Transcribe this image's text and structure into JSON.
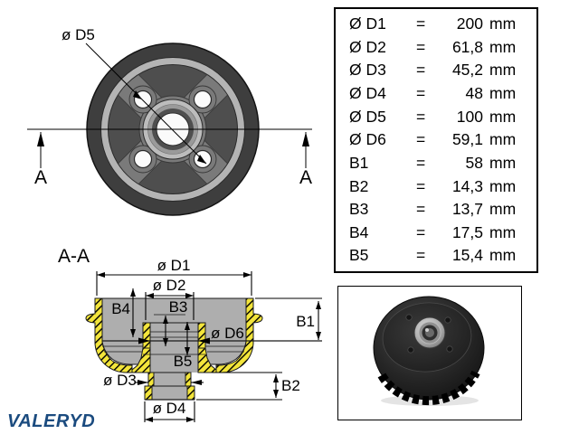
{
  "front_view": {
    "dim_label": "ø D5",
    "section_marker_left": "A",
    "section_marker_right": "A"
  },
  "section_view": {
    "title": "A-A",
    "dim_labels": {
      "d1": "ø D1",
      "d2": "ø D2",
      "d3": "ø D3",
      "d4": "ø D4",
      "d6": "ø D6",
      "b1": "B1",
      "b2": "B2",
      "b3": "B3",
      "b4": "B4",
      "b5": "B5"
    }
  },
  "dimension_table": {
    "rows": [
      {
        "label": "Ø D1",
        "eq": "=",
        "value": "200",
        "unit": "mm"
      },
      {
        "label": "Ø D2",
        "eq": "=",
        "value": "61,8",
        "unit": "mm"
      },
      {
        "label": "Ø D3",
        "eq": "=",
        "value": "45,2",
        "unit": "mm"
      },
      {
        "label": "Ø D4",
        "eq": "=",
        "value": "48",
        "unit": "mm"
      },
      {
        "label": "Ø D5",
        "eq": "=",
        "value": "100",
        "unit": "mm"
      },
      {
        "label": "Ø D6",
        "eq": "=",
        "value": "59,1",
        "unit": "mm"
      },
      {
        "label": "B1",
        "eq": "=",
        "value": "58",
        "unit": "mm"
      },
      {
        "label": "B2",
        "eq": "=",
        "value": "14,3",
        "unit": "mm"
      },
      {
        "label": "B3",
        "eq": "=",
        "value": "13,7",
        "unit": "mm"
      },
      {
        "label": "B4",
        "eq": "=",
        "value": "17,5",
        "unit": "mm"
      },
      {
        "label": "B5",
        "eq": "=",
        "value": "15,4",
        "unit": "mm"
      }
    ]
  },
  "logo": {
    "text": "VALERYD"
  },
  "colors": {
    "hatch_yellow": "#f3e53b",
    "section_gray": "#aeaeae",
    "drum_dark": "#3e3e3e",
    "drum_face": "#4e4e4e",
    "drum_arms": "#7a7a7a",
    "drum_light_ring": "#b4b4b4",
    "logo_blue": "#1b4b7f"
  }
}
